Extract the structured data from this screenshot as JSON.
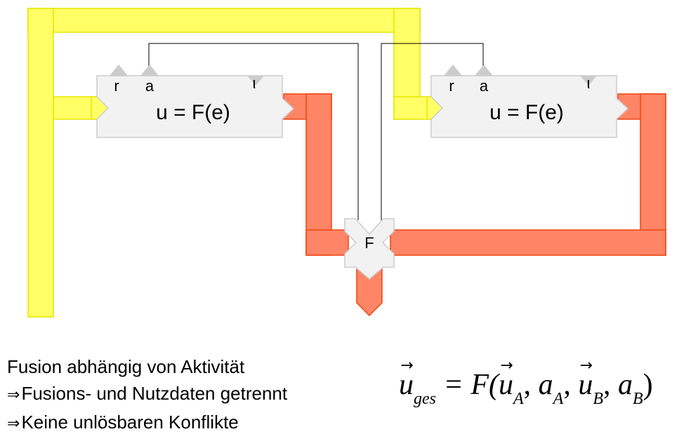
{
  "colors": {
    "yellow_flow": "#ffff66",
    "yellow_edge": "#e6e600",
    "red_flow": "#ff8566",
    "red_edge": "#ee4411",
    "block_fill": "#f2f2f2",
    "block_edge": "#cccccc",
    "port_fill": "#cccccc"
  },
  "block_a": {
    "port_r": "r",
    "port_a": "a",
    "port_iota": "ι",
    "function": "u = F(e)"
  },
  "block_b": {
    "port_r": "r",
    "port_a": "a",
    "port_iota": "ι",
    "function": "u = F(e)"
  },
  "fusion": {
    "label": "F"
  },
  "caption": {
    "line1": "Fusion abhängig von Aktivität",
    "arrow_symbol": "⇒",
    "line2": "Fusions- und Nutzdaten getrennt",
    "line3": "Keine unlösbaren Konflikte"
  },
  "formula": {
    "u": "u",
    "ges": "ges",
    "eq": " = F(",
    "uA": "u",
    "A1": "A",
    "comma1": ", ",
    "aA": "a",
    "A2": "A",
    "comma2": ", ",
    "uB": "u",
    "B1": "B",
    "comma3": ", ",
    "aB": "a",
    "B2": "B",
    "close": ")"
  }
}
